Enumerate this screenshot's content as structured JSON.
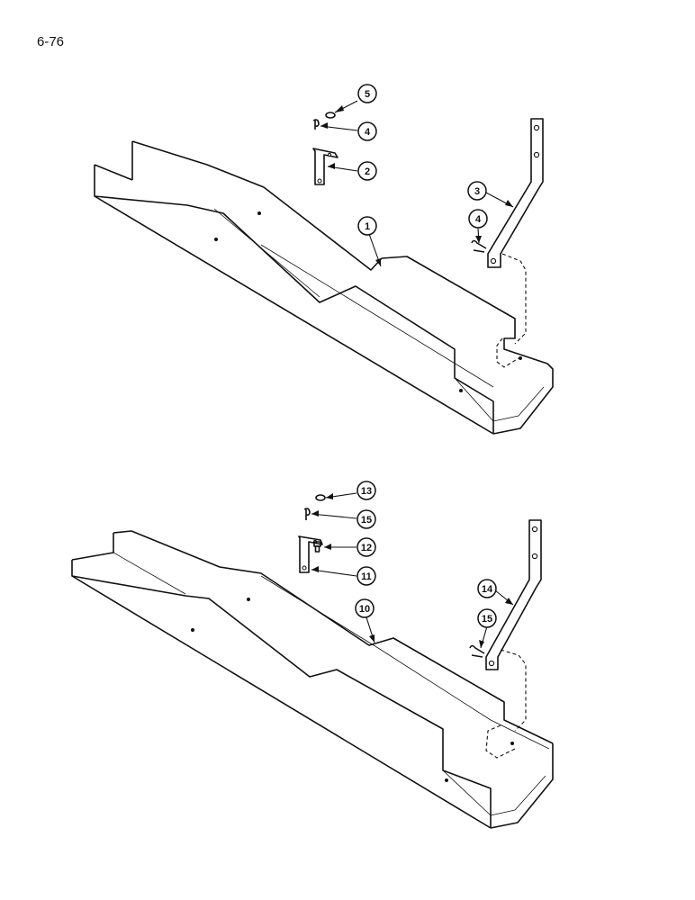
{
  "page": {
    "number": "6-76"
  },
  "assemblies": [
    {
      "callouts": [
        {
          "label": "5"
        },
        {
          "label": "4"
        },
        {
          "label": "2"
        },
        {
          "label": "3"
        },
        {
          "label": "4"
        },
        {
          "label": "1"
        }
      ]
    },
    {
      "callouts": [
        {
          "label": "13"
        },
        {
          "label": "15"
        },
        {
          "label": "12"
        },
        {
          "label": "11"
        },
        {
          "label": "14"
        },
        {
          "label": "15"
        },
        {
          "label": "10"
        }
      ]
    }
  ]
}
